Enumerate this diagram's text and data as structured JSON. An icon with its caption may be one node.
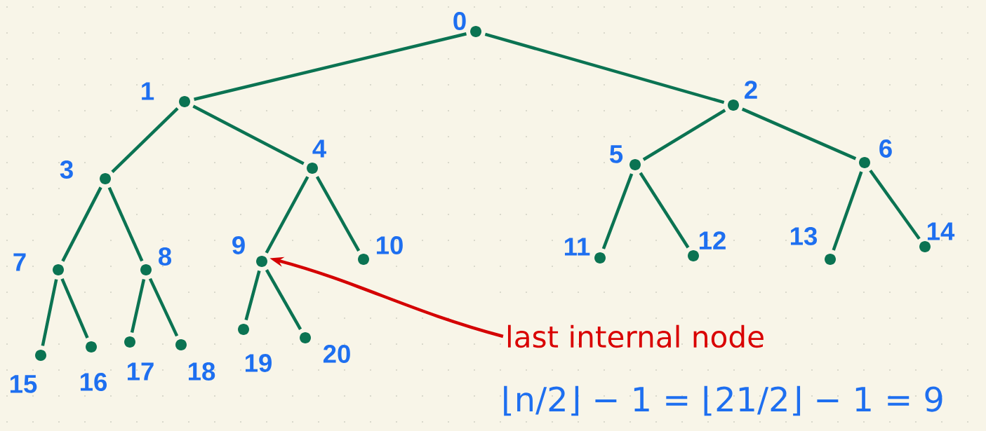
{
  "diagram": {
    "nodes": [
      {
        "text": [],
        "shape": "circle",
        "beside": [
          "0"
        ]
      },
      {
        "text": [],
        "shape": "circle",
        "beside": [
          "1"
        ]
      },
      {
        "text": [],
        "shape": "circle",
        "beside": [
          "2"
        ]
      },
      {
        "text": [],
        "shape": "circle",
        "beside": [
          "3"
        ]
      },
      {
        "text": [],
        "shape": "circle",
        "beside": [
          "4"
        ]
      },
      {
        "text": [],
        "shape": "circle",
        "beside": [
          "5"
        ]
      },
      {
        "text": [],
        "shape": "circle",
        "beside": [
          "6"
        ]
      },
      {
        "text": [],
        "shape": "circle",
        "beside": [
          "7"
        ]
      },
      {
        "text": [],
        "shape": "circle",
        "beside": [
          "8"
        ]
      },
      {
        "text": [],
        "shape": "circle",
        "beside": [
          "9"
        ]
      },
      {
        "text": [],
        "shape": "circle",
        "beside": [
          "10"
        ]
      },
      {
        "text": [],
        "shape": "circle",
        "beside": [
          "11"
        ]
      },
      {
        "text": [],
        "shape": "circle",
        "beside": [
          "12"
        ]
      },
      {
        "text": [],
        "shape": "circle",
        "beside": [
          "13"
        ]
      },
      {
        "text": [],
        "shape": "circle",
        "beside": [
          "14"
        ]
      },
      {
        "text": [],
        "shape": "circle",
        "beside": [
          "15"
        ]
      },
      {
        "text": [],
        "shape": "circle",
        "beside": [
          "16"
        ]
      },
      {
        "text": [],
        "shape": "circle",
        "beside": [
          "17"
        ]
      },
      {
        "text": [],
        "shape": "circle",
        "beside": [
          "18"
        ]
      },
      {
        "text": [],
        "shape": "circle",
        "beside": [
          "19"
        ]
      },
      {
        "text": [],
        "shape": "circle",
        "beside": [
          "20"
        ]
      },
      {
        "text": [
          "last internal node"
        ]
      }
    ],
    "edges": [
      {
        "from": 0,
        "to": 1,
        "arrow": "none"
      },
      {
        "from": 0,
        "to": 2,
        "arrow": "none"
      },
      {
        "from": 1,
        "to": 3,
        "arrow": "none"
      },
      {
        "from": 1,
        "to": 4,
        "arrow": "none"
      },
      {
        "from": 2,
        "to": 5,
        "arrow": "none"
      },
      {
        "from": 2,
        "to": 6,
        "arrow": "none"
      },
      {
        "from": 3,
        "to": 7,
        "arrow": "none"
      },
      {
        "from": 3,
        "to": 8,
        "arrow": "none"
      },
      {
        "from": 4,
        "to": 9,
        "arrow": "none"
      },
      {
        "from": 4,
        "to": 10,
        "arrow": "none"
      },
      {
        "from": 5,
        "to": 11,
        "arrow": "none"
      },
      {
        "from": 5,
        "to": 12,
        "arrow": "none"
      },
      {
        "from": 6,
        "to": 13,
        "arrow": "none"
      },
      {
        "from": 6,
        "to": 14,
        "arrow": "none"
      },
      {
        "from": 7,
        "to": 15,
        "arrow": "none"
      },
      {
        "from": 7,
        "to": 16,
        "arrow": "none"
      },
      {
        "from": 8,
        "to": 17,
        "arrow": "none"
      },
      {
        "from": 8,
        "to": 18,
        "arrow": "none"
      },
      {
        "from": 9,
        "to": 19,
        "arrow": "none"
      },
      {
        "from": 9,
        "to": 20,
        "arrow": "none"
      },
      {
        "from": 21,
        "to": 9,
        "arrow": "to",
        "color": "#d40000"
      }
    ],
    "labels": [
      "⌊n/2⌋ − 1 = ⌊21/2⌋ − 1 = 9"
    ]
  }
}
